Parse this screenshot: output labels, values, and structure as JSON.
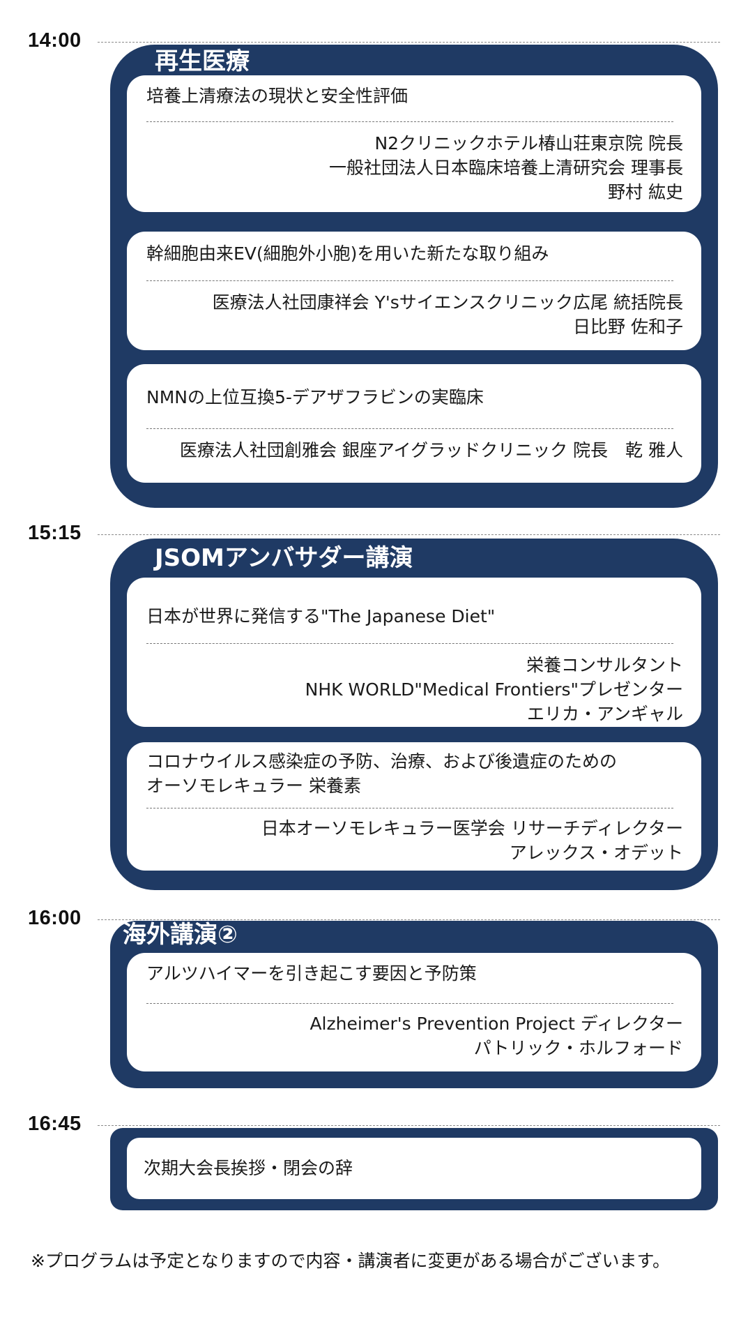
{
  "sessions": [
    {
      "time": "14:00",
      "title": "再生医療",
      "talks": [
        {
          "title": "培養上清療法の現状と安全性評価",
          "speaker_lines": [
            "N2クリニックホテル椿山荘東京院 院長",
            "一般社団法人日本臨床培養上清研究会 理事長",
            "野村 紘史"
          ]
        },
        {
          "title": "幹細胞由来EV(細胞外小胞)を用いた新たな取り組み",
          "speaker_lines": [
            "医療法人社団康祥会 Y'sサイエンスクリニック広尾 統括院長",
            "日比野 佐和子"
          ]
        },
        {
          "title": "NMNの上位互換5-デアザフラビンの実臨床",
          "speaker_lines": [
            "医療法人社団創雅会 銀座アイグラッドクリニック 院長　乾 雅人"
          ]
        }
      ]
    },
    {
      "time": "15:15",
      "title": "JSOMアンバサダー講演",
      "talks": [
        {
          "title": "日本が世界に発信する\"The Japanese Diet\"",
          "speaker_lines": [
            "栄養コンサルタント",
            "NHK WORLD\"Medical Frontiers\"プレゼンター",
            "エリカ・アンギャル"
          ]
        },
        {
          "title": "コロナウイルス感染症の予防、治療、および後遺症のための\nオーソモレキュラー 栄養素",
          "speaker_lines": [
            "日本オーソモレキュラー医学会 リサーチディレクター",
            "アレックス・オデット"
          ]
        }
      ]
    },
    {
      "time": "16:00",
      "title": "海外講演②",
      "talks": [
        {
          "title": "アルツハイマーを引き起こす要因と予防策",
          "speaker_lines": [
            "Alzheimer's Prevention Project ディレクター",
            "パトリック・ホルフォード"
          ]
        }
      ]
    },
    {
      "time": "16:45",
      "title": "",
      "talks": [
        {
          "title": "次期大会長挨拶・閉会の辞",
          "speaker_lines": []
        }
      ]
    }
  ],
  "footnote": "※プログラムは予定となりますので内容・講演者に変更がある場合がございます。",
  "colors": {
    "block": "#1f3a64",
    "card": "#ffffff",
    "time_text": "#111111"
  }
}
